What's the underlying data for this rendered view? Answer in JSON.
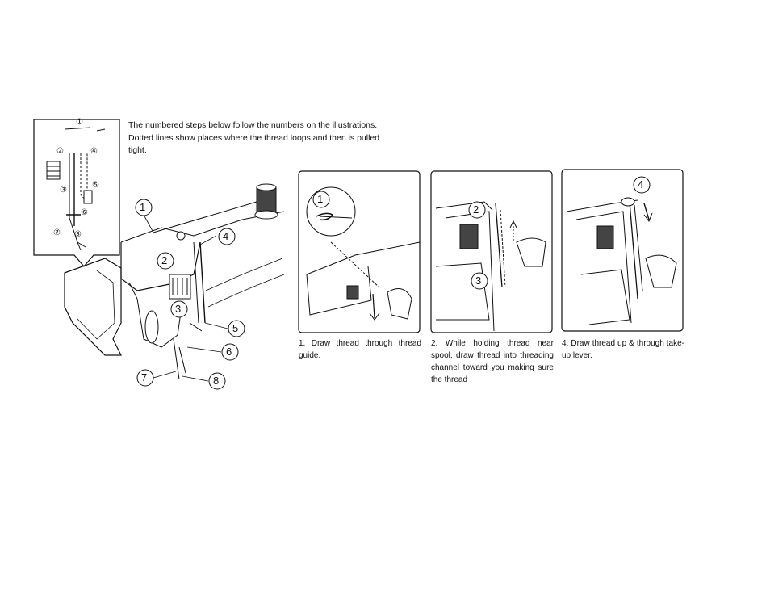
{
  "intro": {
    "line1": "The numbered steps below follow the numbers on the illustrations.",
    "line2": "Dotted lines show places where the thread loops and then is pulled",
    "line3": "tight."
  },
  "legend_labels": [
    "①",
    "②",
    "④",
    "③",
    "⑤",
    "⑥",
    "⑦",
    "⑧"
  ],
  "main_labels": [
    "1",
    "2",
    "3",
    "4",
    "5",
    "6",
    "7",
    "8"
  ],
  "panels": [
    {
      "label": "1",
      "caption_num": "1.",
      "caption": "Draw thread through thread guide."
    },
    {
      "label": "2",
      "label2": "3",
      "caption_num": "2.",
      "caption": "While holding thread near spool, draw thread into threading channel toward you making sure the thread"
    },
    {
      "label": "4",
      "caption_num": "4.",
      "caption": "Draw thread up & through take-up lever."
    }
  ]
}
